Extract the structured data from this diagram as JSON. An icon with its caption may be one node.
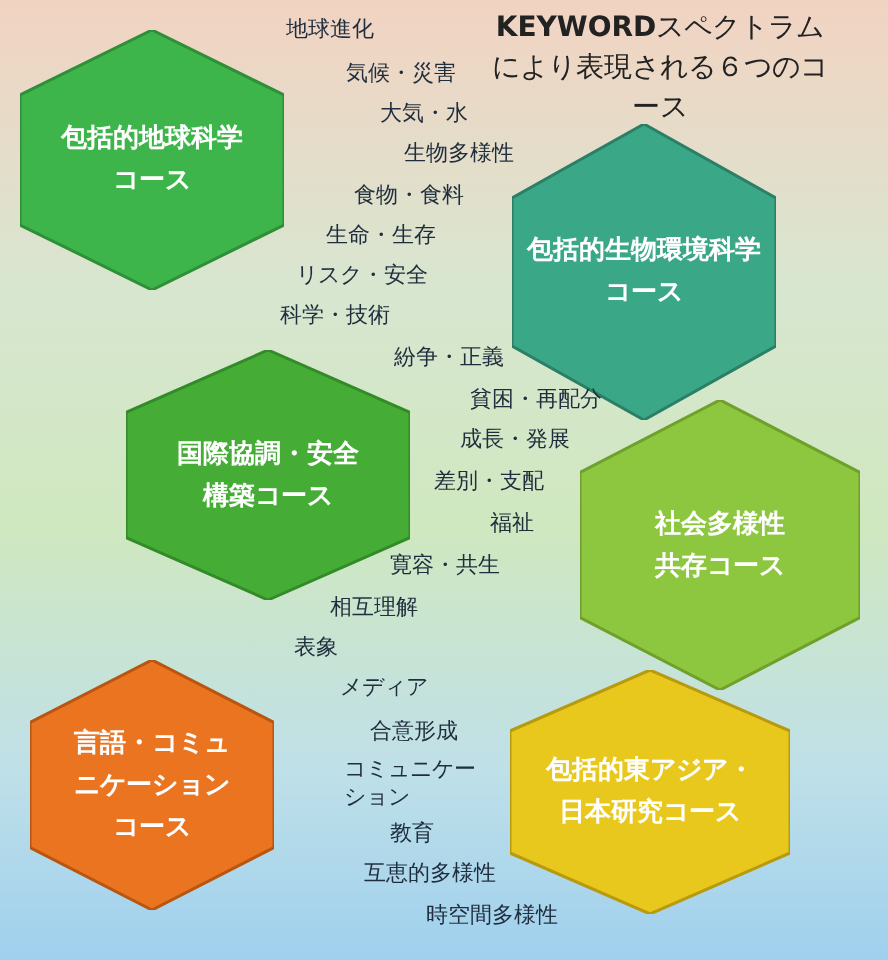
{
  "diagram": {
    "title": "**KEYWORD**スペクトラムにより表現される６つのコース",
    "nodes": [
      {
        "text": [
          "包括的地球科学コース"
        ]
      },
      {
        "text": [
          "包括的生物環境科学コース"
        ]
      },
      {
        "text": [
          "国際協調・安全構築コース"
        ]
      },
      {
        "text": [
          "社会多様性共存コース"
        ]
      },
      {
        "text": [
          "言語・コミュニケーションコース"
        ]
      },
      {
        "text": [
          "包括的東アジア・日本研究コース"
        ]
      }
    ],
    "labels": [
      "地球進化",
      "気候・災害",
      "大気・水",
      "生物多様性",
      "食物・食料",
      "生命・生存",
      "リスク・安全",
      "科学・技術",
      "紛争・正義",
      "貧困・再配分",
      "成長・発展",
      "差別・支配",
      "福祉",
      "寛容・共生",
      "相互理解",
      "表象",
      "メディア",
      "合意形成",
      "コミュニケーション",
      "教育",
      "互恵的多様性",
      "時空間多様性"
    ]
  }
}
